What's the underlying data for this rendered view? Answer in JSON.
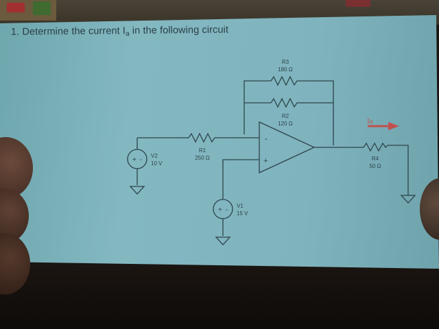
{
  "problem": {
    "number": "1.",
    "text_before_sub": "Determine the current I",
    "subscript": "a",
    "text_after_sub": " in the following circuit"
  },
  "components": {
    "r3": {
      "name": "R3",
      "value": "180 Ω"
    },
    "r2": {
      "name": "R2",
      "value": "120 Ω"
    },
    "r1": {
      "name": "R1",
      "value": "250 Ω"
    },
    "r4": {
      "name": "R4",
      "value": "50 Ω"
    },
    "v2": {
      "name": "V2",
      "value": "10 V"
    },
    "v1": {
      "name": "V1",
      "value": "15 V"
    }
  },
  "opamp": {
    "minus": "-",
    "plus": "+"
  },
  "source_signs": {
    "plus": "+",
    "minus": "-"
  },
  "current_label": "Ia",
  "colors": {
    "paper": "#83b8c1",
    "ink": "#2d434a",
    "arrow": "#c0504d"
  }
}
